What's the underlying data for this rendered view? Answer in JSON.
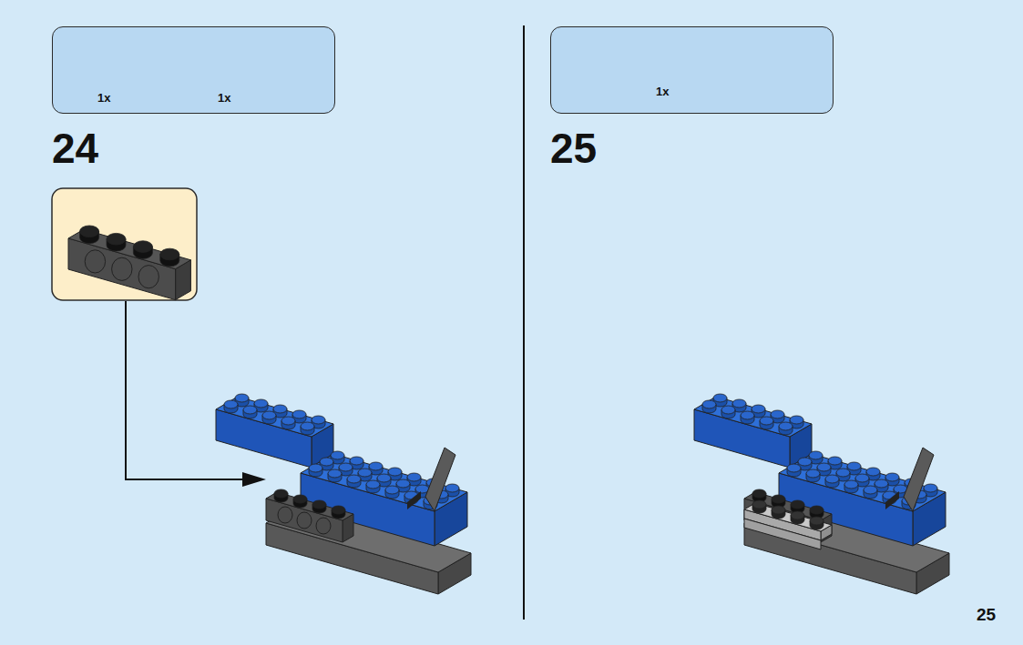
{
  "diagram": {
    "nodes": [
      {
        "text": [
          "1x",
          "1x"
        ]
      },
      {
        "text": [
          "1x"
        ]
      }
    ],
    "labels": [
      "24",
      "25",
      "25"
    ]
  }
}
